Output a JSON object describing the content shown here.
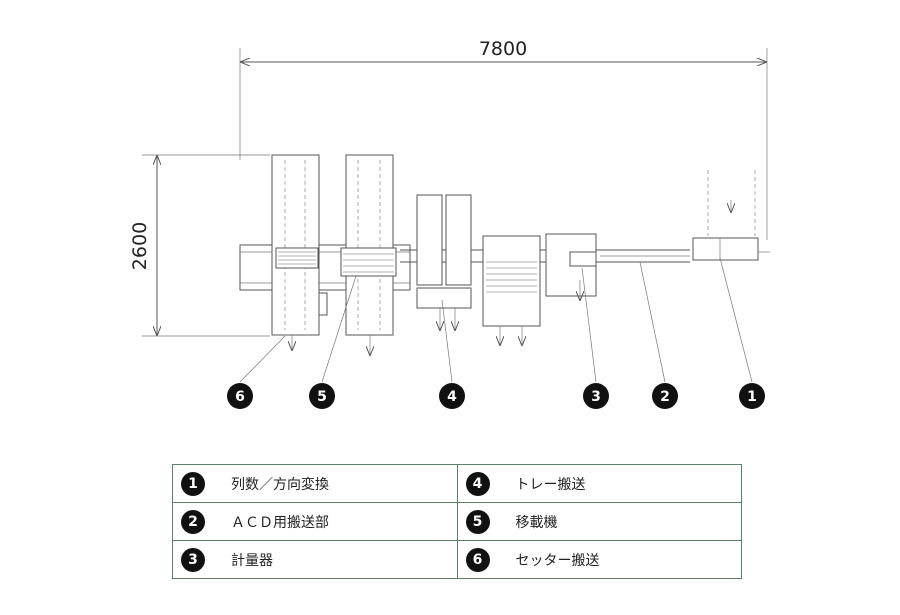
{
  "dimensions": {
    "width": "7800",
    "height": "2600"
  },
  "callouts": [
    "6",
    "5",
    "4",
    "3",
    "2",
    "1"
  ],
  "legend": [
    [
      {
        "num": "1",
        "label": "列数／方向変換"
      },
      {
        "num": "4",
        "label": "トレー搬送"
      }
    ],
    [
      {
        "num": "2",
        "label": "ＡＣＤ用搬送部"
      },
      {
        "num": "5",
        "label": "移載機"
      }
    ],
    [
      {
        "num": "3",
        "label": "計量器"
      },
      {
        "num": "6",
        "label": "セッター搬送"
      }
    ]
  ]
}
